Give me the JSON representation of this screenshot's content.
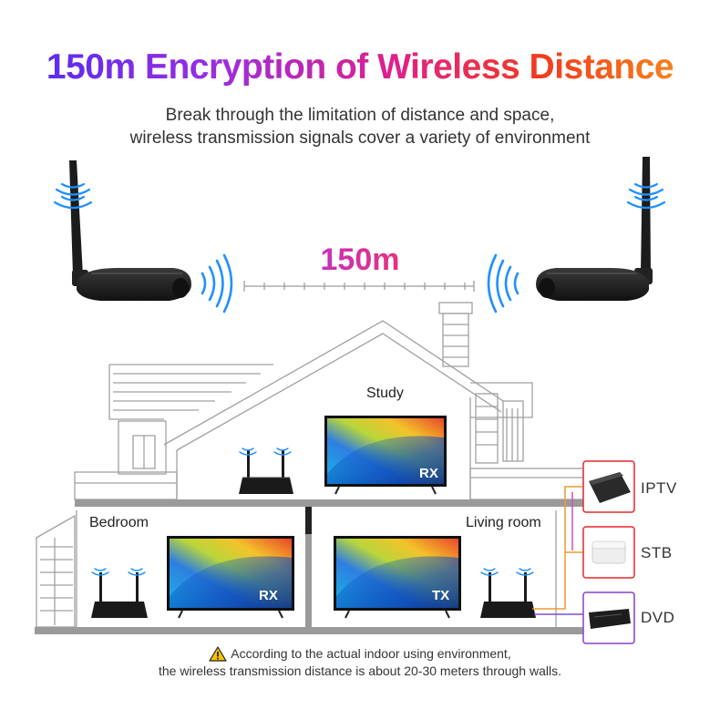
{
  "title": "150m Encryption of Wireless Distance",
  "subtitle_line1": "Break through the limitation of distance and space,",
  "subtitle_line2": "wireless transmission signals cover a variety of environment",
  "distance_label": "150m",
  "rooms": {
    "study": "Study",
    "bedroom": "Bedroom",
    "living_room": "Living room"
  },
  "tv_badges": {
    "study": "RX",
    "bedroom": "RX",
    "living_room": "TX"
  },
  "devices": [
    {
      "label": "IPTV",
      "color": "#e8262a"
    },
    {
      "label": "STB",
      "color": "#e8262a"
    },
    {
      "label": "DVD",
      "color": "#8a3fc8"
    }
  ],
  "note_line1": "According to the actual indoor using environment,",
  "note_line2": "the wireless transmission distance is about 20-30 meters through walls.",
  "colors": {
    "signal": "#1e90ff",
    "house_line": "#9a9a9a",
    "warning": "#f5c400",
    "connector_orange": "#f29a2e",
    "connector_purple": "#7a4fd0"
  }
}
